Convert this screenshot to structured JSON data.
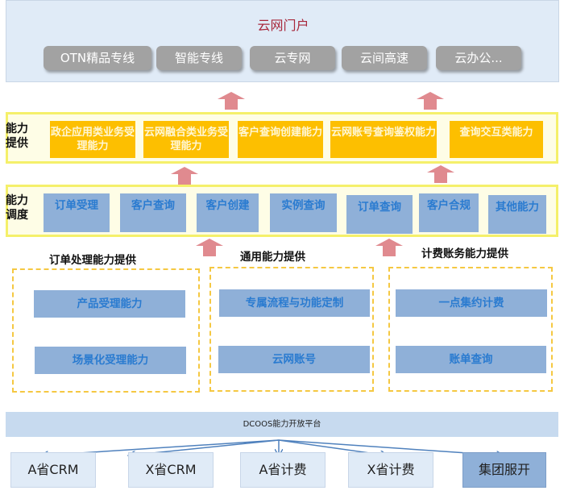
{
  "portal": {
    "title": "云网门户",
    "buttons": [
      "OTN精品专线",
      "智能专线",
      "云专网",
      "云间高速",
      "云办公..."
    ]
  },
  "capability_provide": {
    "label": "能力提供",
    "items": [
      "政企应用类业务受理能力",
      "云网融合类业务受理能力",
      "客户查询创建能力",
      "云网账号查询鉴权能力",
      "查询交互类能力"
    ]
  },
  "capability_dispatch": {
    "label": "能力调度",
    "items": [
      "订单受理",
      "客户查询",
      "客户创建",
      "实例查询",
      "订单查询",
      "客户合规",
      "其他能力"
    ]
  },
  "sections": [
    {
      "title": "订单处理能力提供",
      "items": [
        "产品受理能力",
        "场景化受理能力"
      ]
    },
    {
      "title": "通用能力提供",
      "items": [
        "专属流程与功能定制",
        "云网账号"
      ]
    },
    {
      "title": "计费账务能力提供",
      "items": [
        "一点集约计费",
        "账单查询"
      ]
    }
  ],
  "platform": {
    "label": "DCOOS能力开放平台"
  },
  "systems": [
    "A省CRM",
    "X省CRM",
    "A省计费",
    "X省计费",
    "集团服开"
  ],
  "colors": {
    "portal_bg": "#e0ebf7",
    "portal_title": "#a8283c",
    "portal_button": "#a2a2a2",
    "band_border": "#f5f06a",
    "yellow_box": "#fdbf00",
    "blue_box": "#8fb0d8",
    "blue_text": "#2a7bd0",
    "arrow": "#e08a8f",
    "connector": "#4f81bd"
  }
}
